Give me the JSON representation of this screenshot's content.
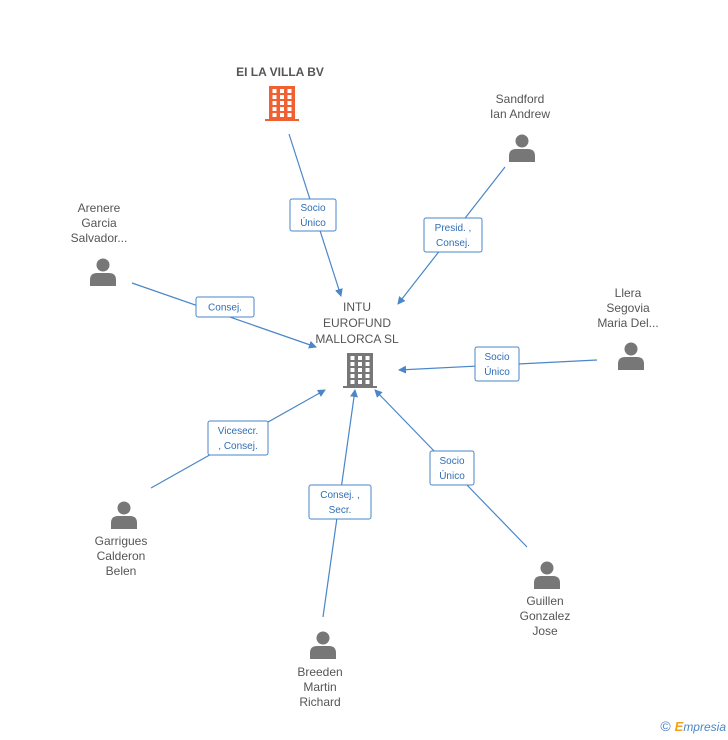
{
  "diagram": {
    "center": {
      "id": "intu",
      "lines": [
        "INTU",
        "EUROFUND",
        "MALLORCA  SL"
      ],
      "icon": "building-icon",
      "color": "#777777"
    },
    "nodes": [
      {
        "id": "villa",
        "type": "company",
        "lines": [
          "EI LA VILLA BV"
        ],
        "icon": "building-icon",
        "color": "#f06030",
        "bold": true
      },
      {
        "id": "sandford",
        "type": "person",
        "lines": [
          "Sandford",
          "Ian Andrew"
        ],
        "icon": "person-icon"
      },
      {
        "id": "arenere",
        "type": "person",
        "lines": [
          "Arenere",
          "Garcia",
          "Salvador..."
        ],
        "icon": "person-icon"
      },
      {
        "id": "llera",
        "type": "person",
        "lines": [
          "Llera",
          "Segovia",
          "Maria Del..."
        ],
        "icon": "person-icon"
      },
      {
        "id": "garrigues",
        "type": "person",
        "lines": [
          "Garrigues",
          "Calderon",
          "Belen"
        ],
        "icon": "person-icon"
      },
      {
        "id": "guillen",
        "type": "person",
        "lines": [
          "Guillen",
          "Gonzalez",
          "Jose"
        ],
        "icon": "person-icon"
      },
      {
        "id": "breeden",
        "type": "person",
        "lines": [
          "Breeden",
          "Martin",
          "Richard"
        ],
        "icon": "person-icon"
      }
    ],
    "edges": [
      {
        "from": "villa",
        "label": [
          "Socio",
          "Único"
        ]
      },
      {
        "from": "sandford",
        "label": [
          "Presid. ,",
          "Consej."
        ]
      },
      {
        "from": "arenere",
        "label": [
          "Consej."
        ]
      },
      {
        "from": "llera",
        "label": [
          "Socio",
          "Único"
        ]
      },
      {
        "from": "garrigues",
        "label": [
          "Vicesecr.",
          ", Consej."
        ]
      },
      {
        "from": "guillen",
        "label": [
          "Socio",
          "Único"
        ]
      },
      {
        "from": "breeden",
        "label": [
          "Consej. ,",
          "Secr."
        ]
      }
    ]
  },
  "footer": {
    "copyright": "©",
    "brand_first": "E",
    "brand_rest": "mpresia"
  },
  "colors": {
    "edge": "#4a86c8",
    "company_main": "#777777",
    "company_other": "#f06030",
    "person": "#777777"
  }
}
